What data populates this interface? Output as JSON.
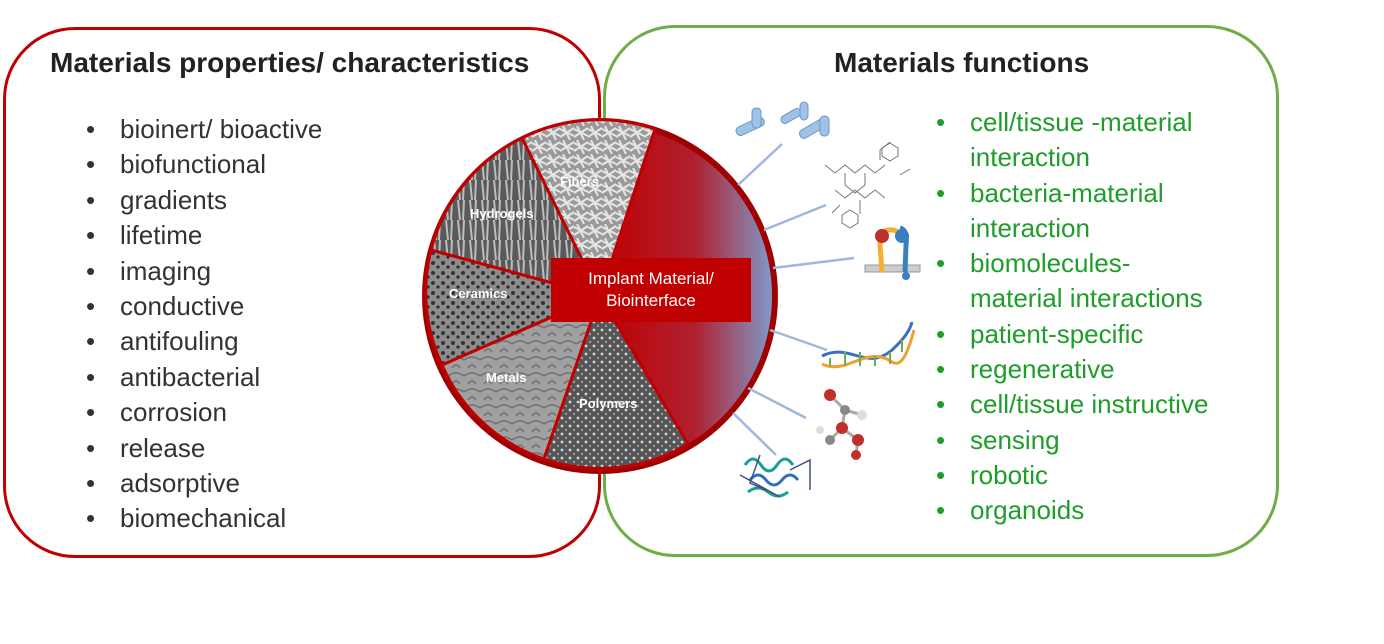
{
  "left_panel": {
    "title": "Materials properties/ characteristics",
    "items": [
      "bioinert/ bioactive",
      "biofunctional",
      "gradients",
      "lifetime",
      "imaging",
      "conductive",
      "antifouling",
      "antibacterial",
      "corrosion",
      "release",
      "adsorptive",
      "biomechanical"
    ]
  },
  "right_panel": {
    "title": "Materials functions",
    "items": [
      "cell/tissue -material\ninteraction",
      "bacteria-material\ninteraction",
      "biomolecules-\nmaterial interactions",
      "patient-specific",
      "regenerative",
      "cell/tissue instructive",
      "sensing",
      "robotic",
      "organoids"
    ]
  },
  "center": {
    "label": "Implant Material/\nBiointerface",
    "segments": [
      "Fibers",
      "Hydrogels",
      "Ceramics",
      "Metals",
      "Polymers"
    ]
  },
  "molecule_icons": [
    "antibody-icon",
    "dendrimer-icon",
    "peptide-icon",
    "dna-helix-icon",
    "sugar-molecule-icon",
    "protein-icon"
  ],
  "colors": {
    "red": "#c00000",
    "green": "#70ad47",
    "text_green": "#1f9d2a"
  }
}
